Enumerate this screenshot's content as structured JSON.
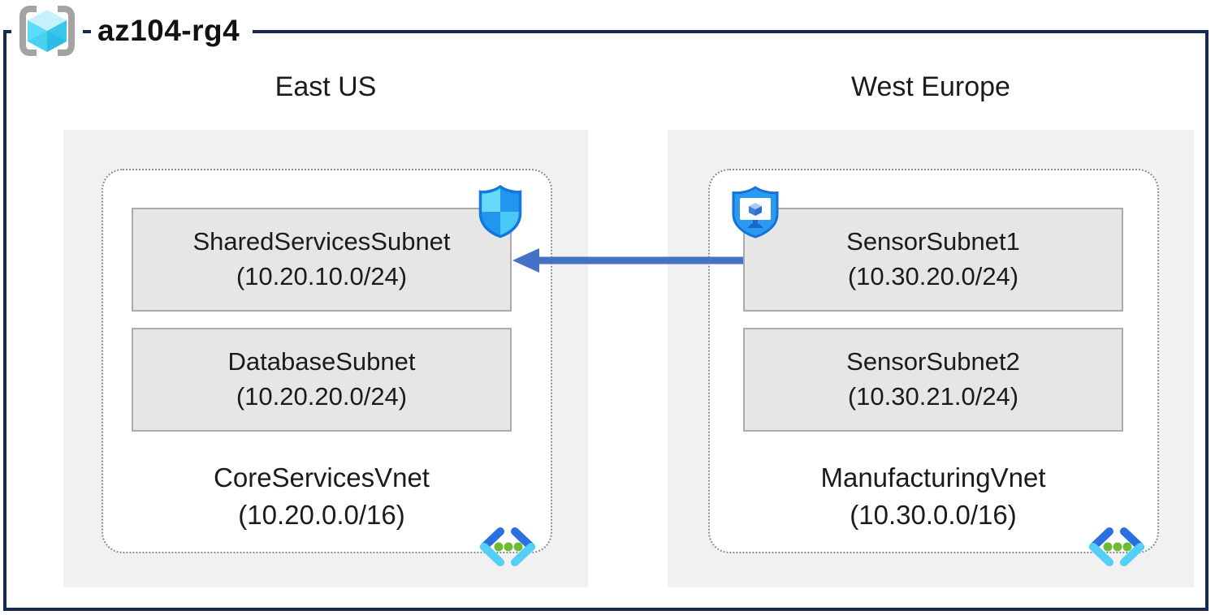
{
  "resource_group": {
    "title": "az104-rg4",
    "icon": "resource-group-icon"
  },
  "colors": {
    "frame_border": "#17294d",
    "region_panel": "#f1f1f2",
    "subnet_fill": "#e6e6e6",
    "subnet_border": "#ababab",
    "vnet_dotted_border": "#8a8a8a",
    "arrow": "#4472c4",
    "vnet_icon_dark_blue": "#2b6fe0",
    "vnet_icon_light_cyan": "#54cff7",
    "vnet_icon_green": "#6dbb30",
    "shield_light": "#66dbf9",
    "shield_dark": "#2196ec"
  },
  "regions": [
    {
      "name": "East US",
      "vnet": {
        "name": "CoreServicesVnet",
        "cidr": "(10.20.0.0/16)",
        "icon": "virtual-network-icon"
      },
      "subnets": [
        {
          "name": "SharedServicesSubnet",
          "cidr": "(10.20.10.0/24)",
          "badge_icon": "nsg-shield-icon"
        },
        {
          "name": "DatabaseSubnet",
          "cidr": "(10.20.20.0/24)"
        }
      ]
    },
    {
      "name": "West Europe",
      "vnet": {
        "name": "ManufacturingVnet",
        "cidr": "(10.30.0.0/16)",
        "icon": "virtual-network-icon"
      },
      "subnets": [
        {
          "name": "SensorSubnet1",
          "cidr": "(10.30.20.0/24)",
          "badge_icon": "asg-shield-monitor-icon"
        },
        {
          "name": "SensorSubnet2",
          "cidr": "(10.30.21.0/24)"
        }
      ]
    }
  ],
  "connection": {
    "type": "arrow",
    "from": "SensorSubnet1",
    "to": "SharedServicesSubnet",
    "direction": "right-to-left",
    "color": "#4472c4"
  }
}
